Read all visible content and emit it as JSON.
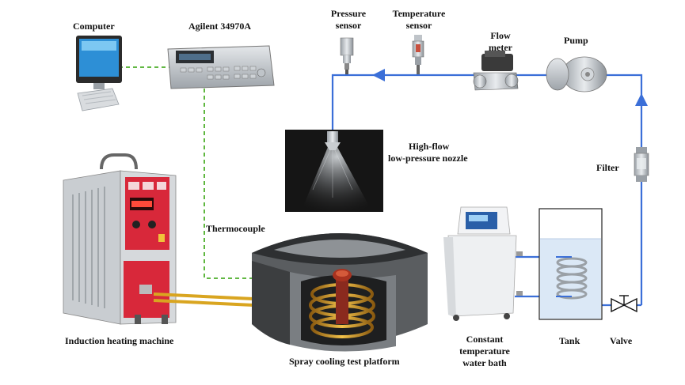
{
  "labels": {
    "computer": "Computer",
    "agilent": "Agilent 34970A",
    "pressure_sensor": [
      "Pressure",
      "sensor"
    ],
    "temperature_sensor": [
      "Temperature",
      "sensor"
    ],
    "flow_meter": [
      "Flow",
      "meter"
    ],
    "pump": "Pump",
    "nozzle": [
      "High-flow",
      "low-pressure nozzle"
    ],
    "filter": "Filter",
    "thermocouple": "Thermocouple",
    "induction": "Induction heating machine",
    "platform": "Spray cooling test platform",
    "water_bath": [
      "Constant",
      "temperature",
      "water bath"
    ],
    "tank": "Tank",
    "valve": "Valve"
  },
  "colors": {
    "water_line": "#3b6fd8",
    "signal_line": "#4caf2a",
    "copper_coil": "#d9a520",
    "machine_panel": "#d8283a"
  },
  "icons": [
    "computer-icon",
    "data-logger-icon",
    "pressure-sensor-icon",
    "temperature-sensor-icon",
    "flow-meter-icon",
    "pump-icon",
    "nozzle-spray-image",
    "filter-icon",
    "induction-machine-icon",
    "test-platform-icon",
    "water-bath-icon",
    "tank-icon",
    "valve-icon"
  ]
}
